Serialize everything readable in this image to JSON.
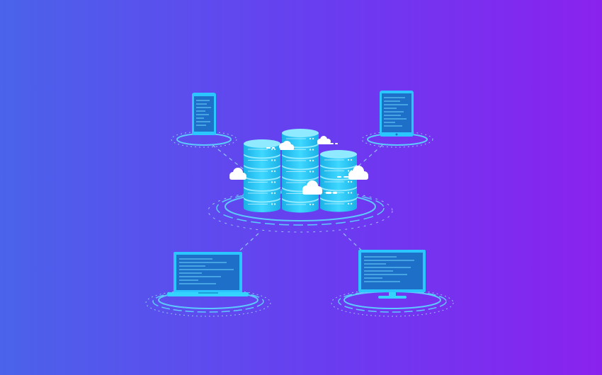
{
  "scene": {
    "background": {
      "from": "#4a63ea",
      "to": "#8a22ee"
    },
    "colors": {
      "cyan": "#35d3ff",
      "cyan_light": "#8fe9ff",
      "cyan_dark": "#1a9fd6",
      "screen": "#1e6fc7",
      "cloud": "#ffffff",
      "line": "#9fe0ff"
    },
    "central_hub": {
      "icon": "database-stacks-icon",
      "stacks": 3
    },
    "devices": [
      {
        "id": "phone",
        "icon": "smartphone-icon",
        "position": "top-left"
      },
      {
        "id": "tablet",
        "icon": "tablet-icon",
        "position": "top-right"
      },
      {
        "id": "laptop",
        "icon": "laptop-icon",
        "position": "bottom-left"
      },
      {
        "id": "monitor",
        "icon": "desktop-monitor-icon",
        "position": "bottom-right"
      }
    ],
    "clouds": 5
  }
}
